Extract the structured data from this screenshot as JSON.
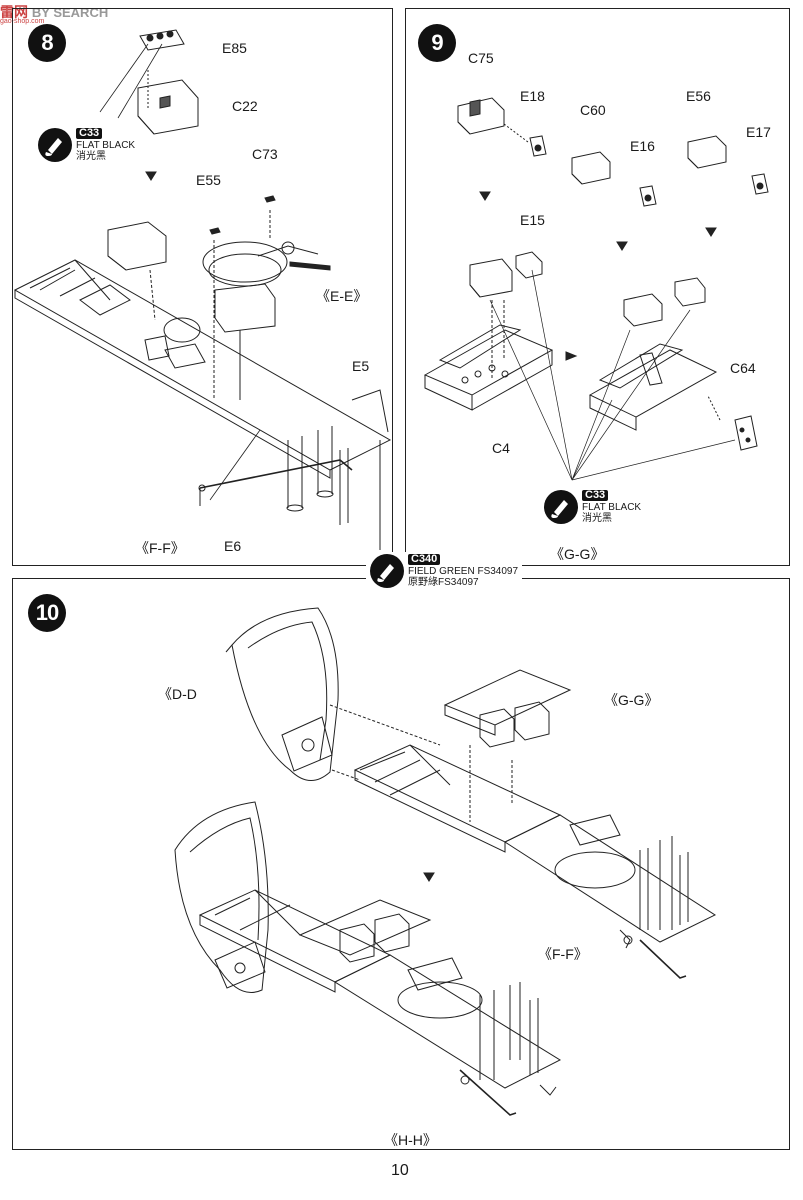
{
  "watermark": {
    "brand_cn": "雷",
    "brand_cn2": "网",
    "brand_en": "BY SEARCH",
    "url": "gao-shop.com"
  },
  "page_number": "10",
  "steps": {
    "s8": {
      "number": "8",
      "labels": {
        "e85": "E85",
        "c22": "C22",
        "c73": "C73",
        "e55": "E55",
        "ee": "《E-E》",
        "e5": "E5",
        "ff": "《F-F》",
        "e6": "E6"
      },
      "paint": {
        "code": "C33",
        "name_en": "FLAT BLACK",
        "name_cn": "消光黑"
      }
    },
    "s9": {
      "number": "9",
      "labels": {
        "c75": "C75",
        "e18": "E18",
        "c60": "C60",
        "e16": "E16",
        "e56": "E56",
        "e17": "E17",
        "e15": "E15",
        "c64": "C64",
        "c4": "C4",
        "gg": "《G-G》"
      },
      "paint": {
        "code": "C33",
        "name_en": "FLAT BLACK",
        "name_cn": "消光黑"
      }
    },
    "center_paint": {
      "code": "C340",
      "name_en": "FIELD GREEN FS34097",
      "name_cn": "原野綠FS34097"
    },
    "s10": {
      "number": "10",
      "labels": {
        "dd": "《D-D",
        "gg": "《G-G》",
        "ff": "《F-F》",
        "hh": "《H-H》"
      }
    }
  },
  "colors": {
    "ink": "#1a1a1a",
    "paper": "#ffffff",
    "watermark": "#cc4444"
  }
}
